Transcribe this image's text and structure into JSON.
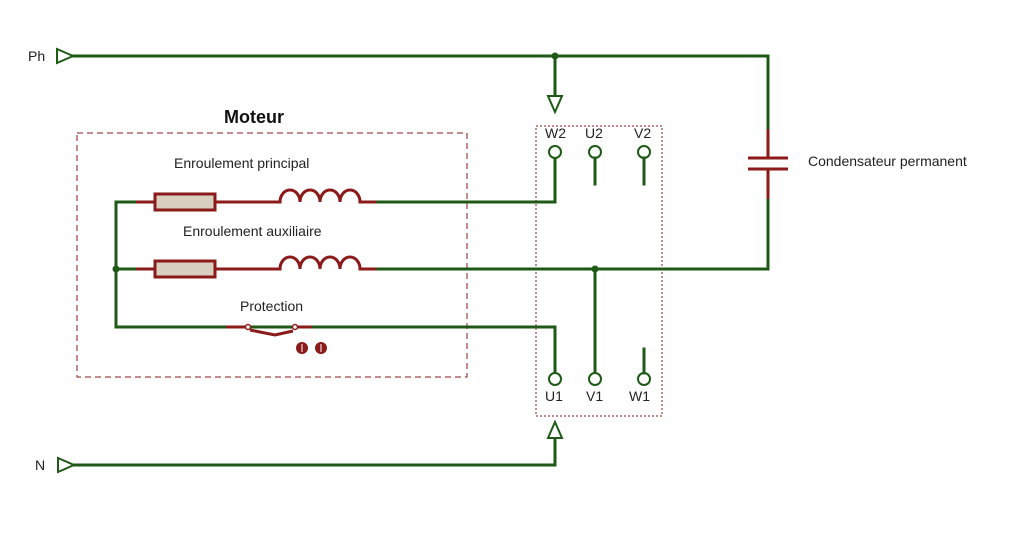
{
  "diagram": {
    "title": "Moteur",
    "inputs": {
      "phase": "Ph",
      "neutral": "N"
    },
    "windings": {
      "main": "Enroulement principal",
      "aux": "Enroulement auxiliaire",
      "protection": "Protection"
    },
    "capacitor": "Condensateur permanent",
    "terminals": {
      "w2": "W2",
      "u2": "U2",
      "v2": "V2",
      "u1": "U1",
      "v1": "V1",
      "w1": "W1"
    },
    "colors": {
      "wire": "#1e5a16",
      "component": "#8b1a1a",
      "resistor_fill": "#d8cfc0"
    }
  }
}
